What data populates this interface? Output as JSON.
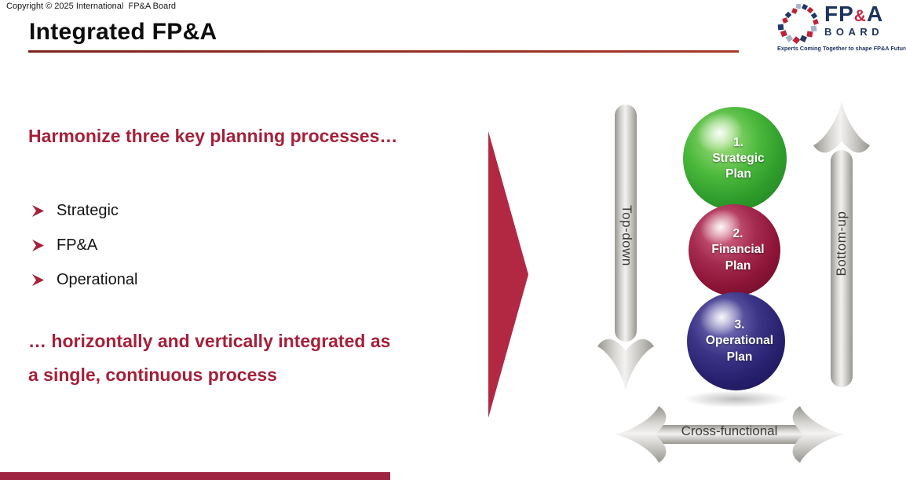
{
  "page": {
    "copyright": "Copyright © 2025 International  FP&A Board",
    "title": "Integrated FP&A"
  },
  "logo": {
    "fp": "FP",
    "amp": "&",
    "a": "A",
    "board": "BOARD",
    "tagline": "Experts Coming Together to shape FP&A Future"
  },
  "content": {
    "heading": "Harmonize three key planning processes…",
    "bullets": [
      {
        "label": "Strategic"
      },
      {
        "label": "FP&A"
      },
      {
        "label": "Operational"
      }
    ],
    "footer_line1": "… horizontally and vertically integrated as",
    "footer_line2": "a single, continuous process"
  },
  "diagram": {
    "left_arrow_label": "Top-down",
    "right_arrow_label": "Bottom-up",
    "bottom_arrow_label": "Cross-functional",
    "spheres": [
      {
        "number": "1.",
        "line1": "Strategic",
        "line2": "Plan",
        "color": "#2f9e2c"
      },
      {
        "number": "2.",
        "line1": "Financial",
        "line2": "Plan",
        "color": "#8e1537"
      },
      {
        "number": "3.",
        "line1": "Operational",
        "line2": "Plan",
        "color": "#282270"
      }
    ]
  },
  "icons": {
    "bullet": "arrowhead-right",
    "logo_swirl": "fpa-board-swirl"
  },
  "colors": {
    "accent_crimson": "#a62039",
    "triangle": "#b22742",
    "title_underline": "#8e2a20",
    "arrow_gray": "#c9c7c5",
    "arrow_label": "#3c3c3c",
    "logo_navy": "#1e3460",
    "logo_red": "#c32240",
    "footer_bar": "#9f2441"
  }
}
